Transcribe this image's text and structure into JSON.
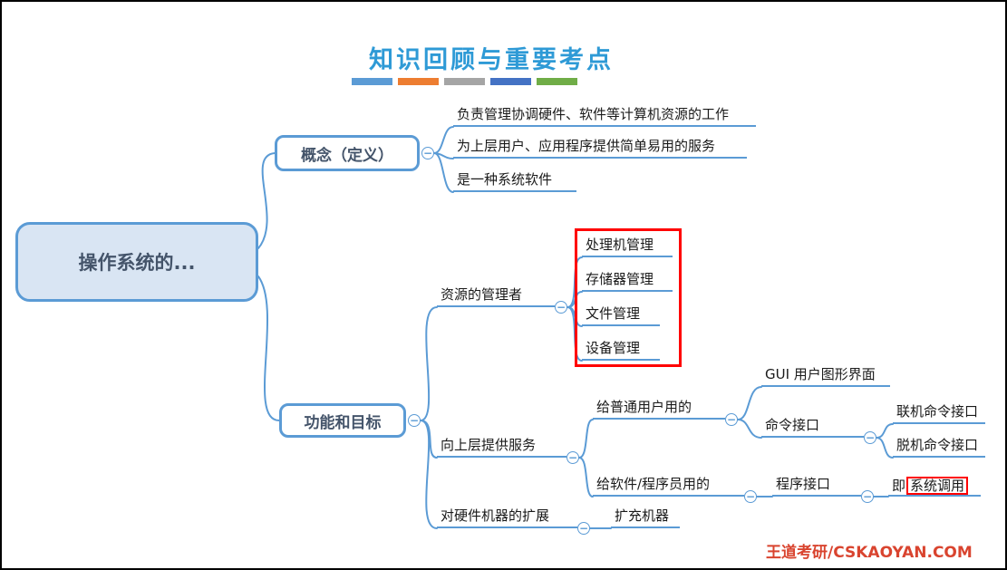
{
  "header": {
    "title": "知识回顾与重要考点",
    "bar_colors": [
      "#5B9BD5",
      "#ED7D31",
      "#A5A5A5",
      "#4472C4",
      "#70AD47"
    ]
  },
  "icons": {
    "collapse": "−"
  },
  "mindmap": {
    "root": {
      "label": "操作系统的..."
    },
    "concept": {
      "label": "概念（定义）",
      "children": [
        "负责管理协调硬件、软件等计算机资源的工作",
        "为上层用户、应用程序提供简单易用的服务",
        "是一种系统软件"
      ]
    },
    "functions": {
      "label": "功能和目标",
      "resource_manager": {
        "label": "资源的管理者",
        "children": [
          "处理机管理",
          "存储器管理",
          "文件管理",
          "设备管理"
        ]
      },
      "services": {
        "label": "向上层提供服务",
        "ordinary_user": {
          "label": "给普通用户用的",
          "gui": "GUI 用户图形界面",
          "command_interface": {
            "label": "命令接口",
            "online": "联机命令接口",
            "offline": "脱机命令接口"
          }
        },
        "programmer": {
          "label": "给软件/程序员用的",
          "program_interface": {
            "label": "程序接口",
            "prefix": "即",
            "syscall": "系统调用"
          }
        }
      },
      "hardware_extension": {
        "label": "对硬件机器的扩展",
        "child": "扩充机器"
      }
    }
  },
  "watermark": "王道考研/CSKAOYAN.COM",
  "colors": {
    "branch": "#5B9BD5",
    "highlight": "#FF0000",
    "title": "#2E9AD6",
    "watermark": "#D9442F"
  }
}
